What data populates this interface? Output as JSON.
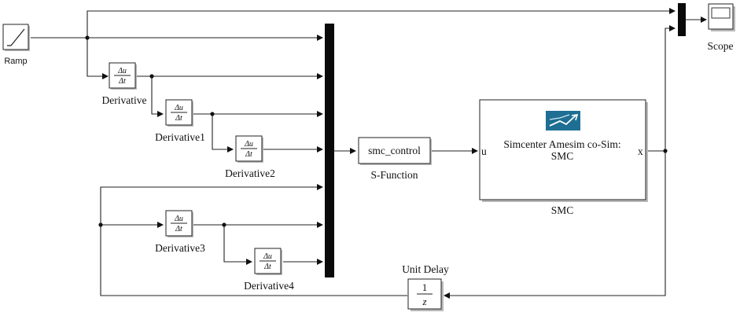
{
  "blocks": {
    "ramp": {
      "label": "Ramp"
    },
    "derivative": {
      "label": "Derivative",
      "num": "Δu",
      "den": "Δt"
    },
    "derivative1": {
      "label": "Derivative1",
      "num": "Δu",
      "den": "Δt"
    },
    "derivative2": {
      "label": "Derivative2",
      "num": "Δu",
      "den": "Δt"
    },
    "derivative3": {
      "label": "Derivative3",
      "num": "Δu",
      "den": "Δt"
    },
    "derivative4": {
      "label": "Derivative4",
      "num": "Δu",
      "den": "Δt"
    },
    "sfunction": {
      "label": "S-Function",
      "inner": "smc_control"
    },
    "smc": {
      "label": "SMC",
      "title_line1": "Simcenter Amesim co-Sim:",
      "title_line2": "SMC",
      "port_in": "u",
      "port_out": "x",
      "icon_color": "#1e6f93"
    },
    "unit_delay": {
      "label": "Unit Delay",
      "num": "1",
      "den": "z"
    },
    "scope": {
      "label": "Scope"
    }
  }
}
